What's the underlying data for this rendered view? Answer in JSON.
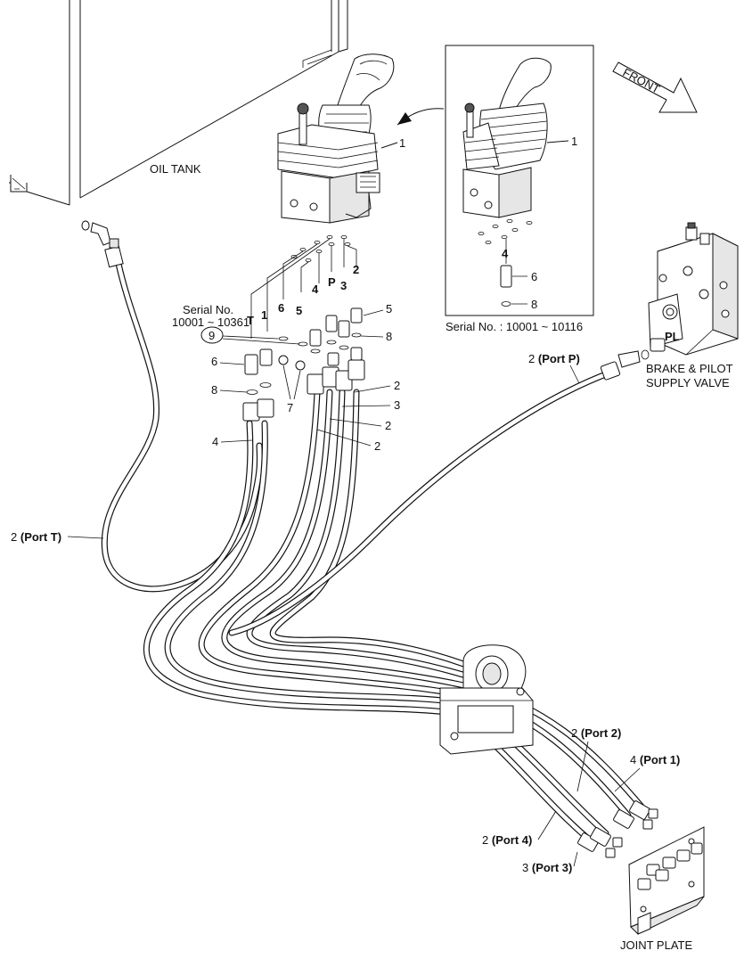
{
  "labels": {
    "oil_tank": "OIL TANK",
    "front": "FRONT",
    "serial_left_line1": "Serial No.",
    "serial_left_line2": "10001 ~ 10361",
    "serial_inset": "Serial No. : 10001 ~ 10116",
    "brake_valve_line1": "BRAKE & PILOT",
    "brake_valve_line2": "SUPPLY VALVE",
    "joint_plate": "JOINT PLATE",
    "port_pl": "PL"
  },
  "port_letters": {
    "T": "T",
    "one": "1",
    "six": "6",
    "five": "5",
    "four": "4",
    "P": "P",
    "three": "3",
    "two": "2"
  },
  "callouts": {
    "joystick_main": "1",
    "joystick_inset": "1",
    "inset_part_4": "4",
    "inset_part_6": "6",
    "inset_part_8": "8",
    "part_5": "5",
    "part_8_right": "8",
    "part_9": "9",
    "part_6_left": "6",
    "part_8_left": "8",
    "part_7": "7",
    "part_4_left": "4",
    "hose_2_a": "2",
    "hose_3": "3",
    "hose_2_b": "2",
    "hose_2_c": "2"
  },
  "port_callouts": {
    "port_t": {
      "num": "2",
      "name": "(Port T)"
    },
    "port_p": {
      "num": "2",
      "name": "(Port P)"
    },
    "port_2": {
      "num": "2",
      "name": "(Port 2)"
    },
    "port_1": {
      "num": "4",
      "name": "(Port 1)"
    },
    "port_4": {
      "num": "2",
      "name": "(Port 4)"
    },
    "port_3": {
      "num": "3",
      "name": "(Port 3)"
    }
  }
}
